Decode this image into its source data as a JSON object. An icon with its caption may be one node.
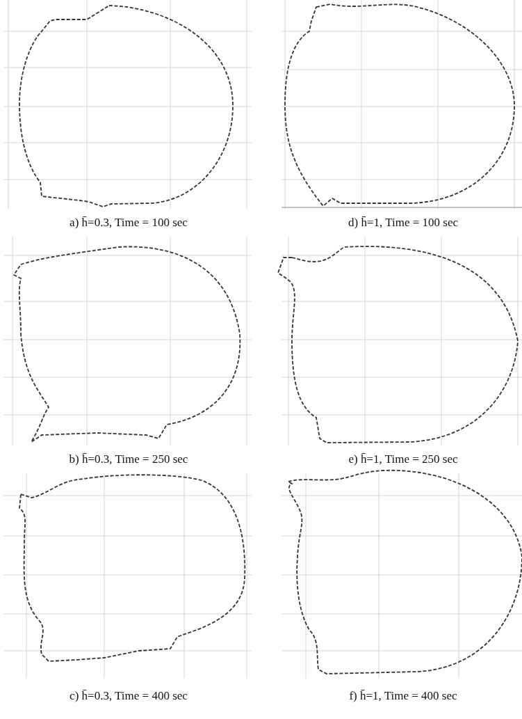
{
  "diagram": {
    "labels": [
      "a) h̄=0.3, Time = 100 sec",
      "d) h̄=1, Time = 100 sec",
      "b) h̄=0.3, Time = 250 sec",
      "e) h̄=1, Time = 250 sec",
      "c) h̄=0.3, Time = 400 sec",
      "f) h̄=1, Time = 400 sec"
    ]
  }
}
